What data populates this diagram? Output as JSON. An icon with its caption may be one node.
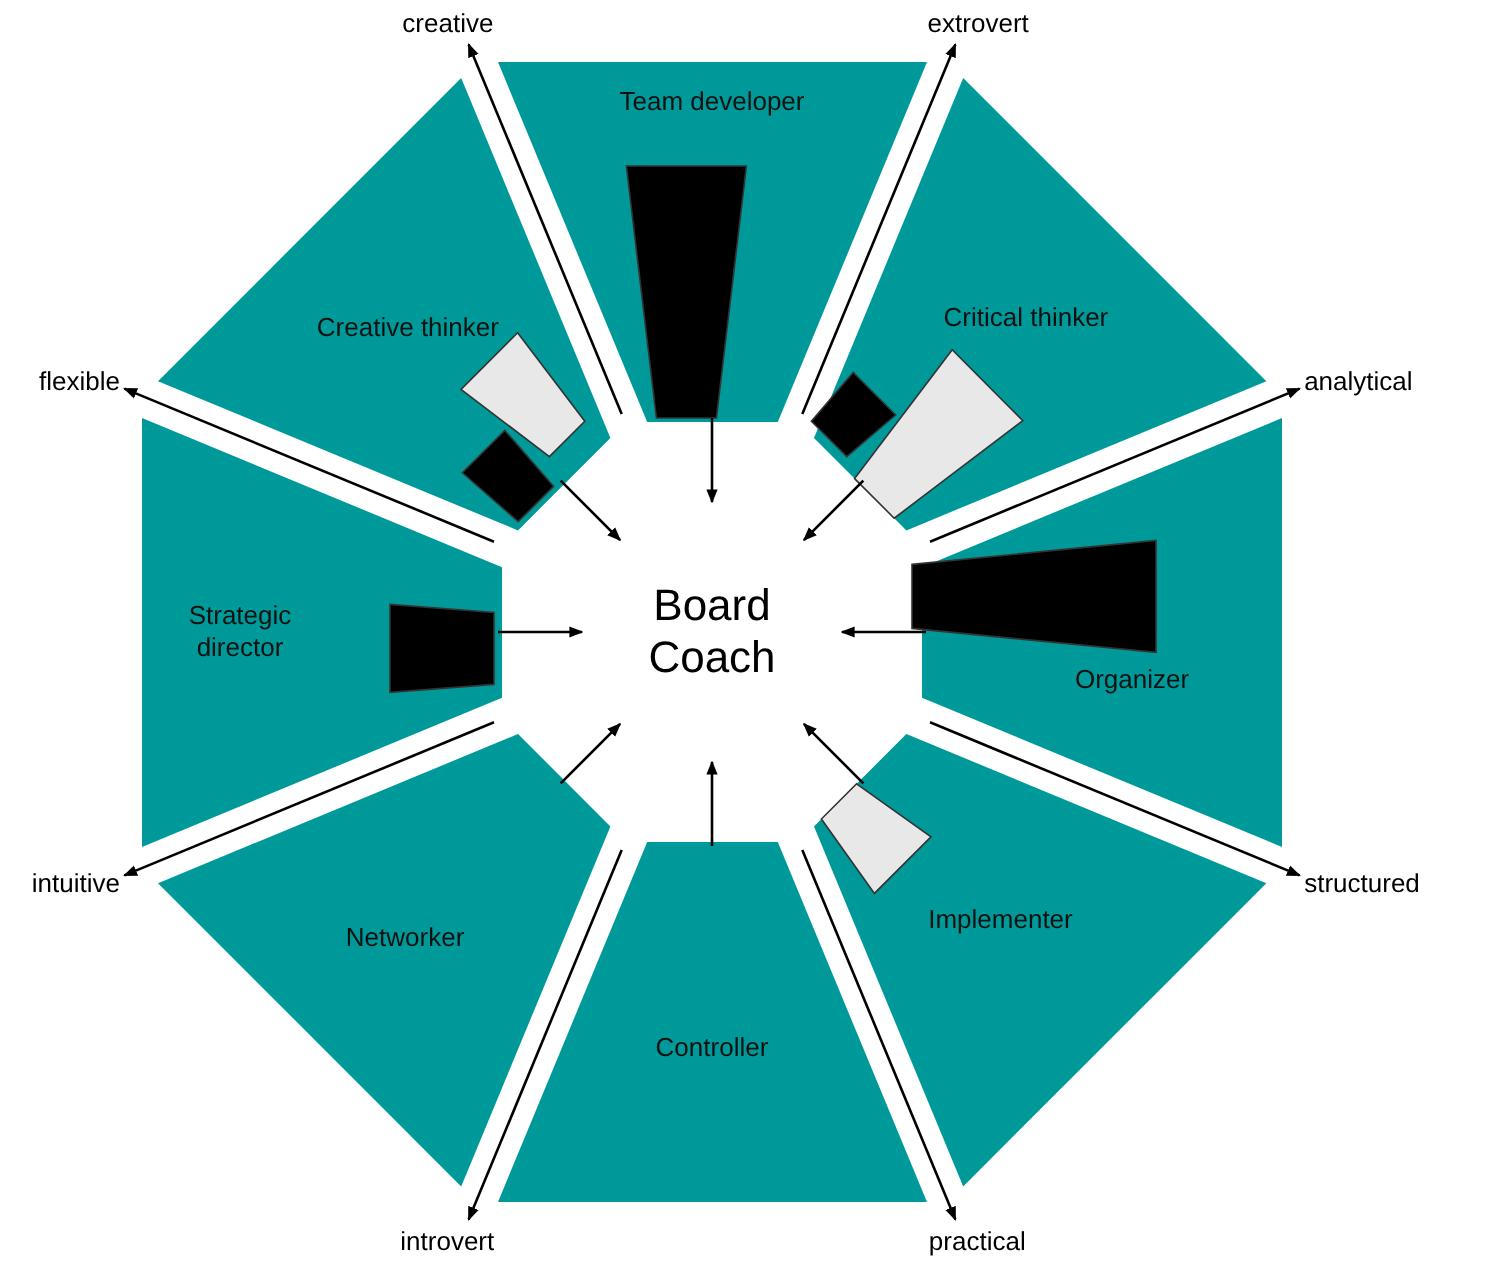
{
  "diagram": {
    "nodes": [
      {
        "text": [
          "Team developer"
        ]
      },
      {
        "text": [
          "Creative thinker"
        ]
      },
      {
        "text": [
          "Critical thinker"
        ]
      },
      {
        "text": [
          "Strategic director"
        ]
      },
      {
        "text": [
          "Board Coach"
        ]
      },
      {
        "text": [
          "Organizer"
        ]
      },
      {
        "text": [
          "Networker"
        ]
      },
      {
        "text": [
          "Implementer"
        ]
      },
      {
        "text": [
          "Controller"
        ]
      }
    ],
    "edges": [
      {
        "from": 0,
        "to": 4,
        "arrow": "to"
      },
      {
        "from": 1,
        "to": 4,
        "arrow": "to"
      },
      {
        "from": 2,
        "to": 4,
        "arrow": "to"
      },
      {
        "from": 3,
        "to": 4,
        "arrow": "to"
      },
      {
        "from": 5,
        "to": 4,
        "arrow": "to"
      },
      {
        "from": 6,
        "to": 4,
        "arrow": "to"
      },
      {
        "from": 7,
        "to": 4,
        "arrow": "to"
      },
      {
        "from": 8,
        "to": 4,
        "arrow": "to"
      }
    ],
    "labels": [
      "creative",
      "extrovert",
      "flexible",
      "analytical",
      "intuitive",
      "structured",
      "introvert",
      "practical"
    ]
  }
}
